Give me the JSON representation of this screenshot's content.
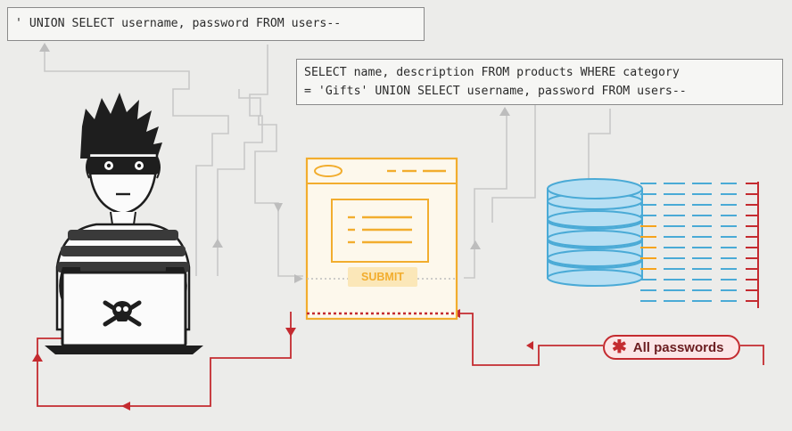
{
  "payload": {
    "text": "' UNION SELECT username, password FROM users--"
  },
  "query": {
    "line1": "SELECT name, description FROM products WHERE category",
    "line2": "= 'Gifts' UNION SELECT username, password FROM users--"
  },
  "form": {
    "submit_label": "SUBMIT"
  },
  "result": {
    "label": "All passwords"
  },
  "colors": {
    "accent_red": "#c42b30",
    "form_orange": "#f2ad2e",
    "db_blue": "#4aaad6",
    "db_orange": "#f6a31c",
    "line_gray": "#c4c4c4"
  },
  "icons": [
    "attacker-figure",
    "skull-crossbones-icon",
    "database-icon",
    "browser-window-icon",
    "asterisk-icon"
  ]
}
